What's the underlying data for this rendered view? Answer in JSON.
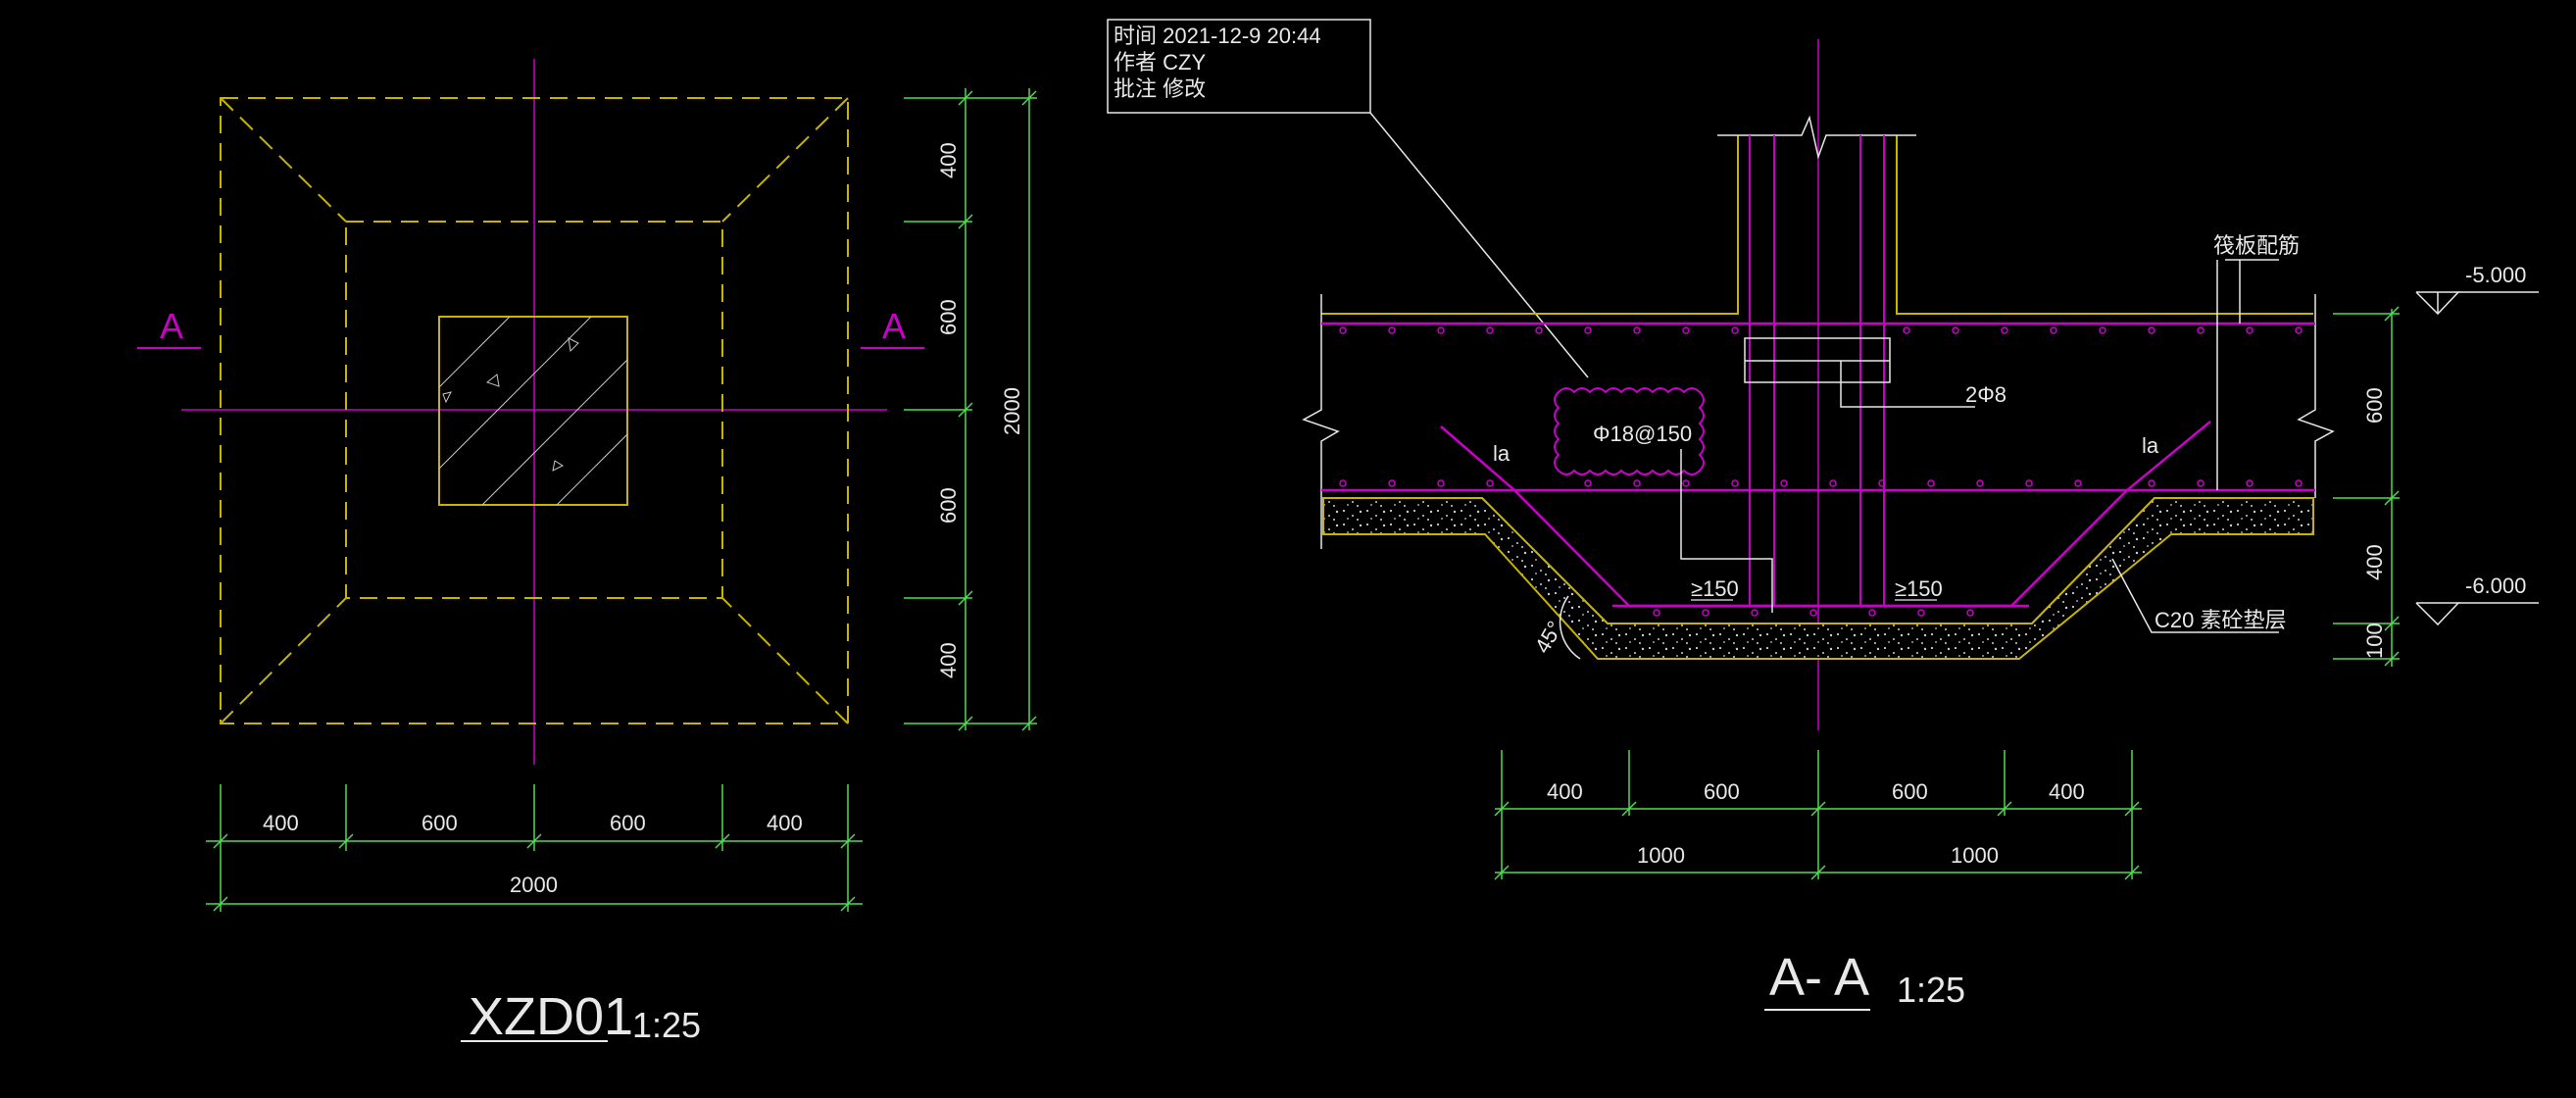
{
  "colors": {
    "background": "#000000",
    "yellow": "#c8b400",
    "magenta": "#c800c8",
    "green": "#4fdc4f",
    "white": "#e8e8e8"
  },
  "plan": {
    "section_mark_left": "A",
    "section_mark_right": "A",
    "dims_bottom": [
      "400",
      "600",
      "600",
      "400"
    ],
    "dim_total_bottom": "2000",
    "dims_right": [
      "400",
      "600",
      "600",
      "400"
    ],
    "dim_total_right": "2000",
    "title": "XZD01",
    "scale": "1:25"
  },
  "note_box": {
    "line1": "时间 2021-12-9   20:44",
    "line2": "作者 CZY",
    "line3": "批注 修改"
  },
  "section": {
    "title": "A- A",
    "scale": "1:25",
    "rebar_top": "2Φ8",
    "rebar_mesh": "Φ18@150",
    "la_left": "la",
    "la_right": "la",
    "lap_left": "≥150",
    "lap_right": "≥150",
    "angle": "45°",
    "raft_label": "筏板配筋",
    "cushion_label": "C20 素砼垫层",
    "elev_top": "-5.000",
    "elev_bottom": "-6.000",
    "dims_right": [
      "600",
      "400",
      "100"
    ],
    "dims_bottom": [
      "400",
      "600",
      "600",
      "400"
    ],
    "dims_bottom_total": [
      "1000",
      "1000"
    ]
  }
}
